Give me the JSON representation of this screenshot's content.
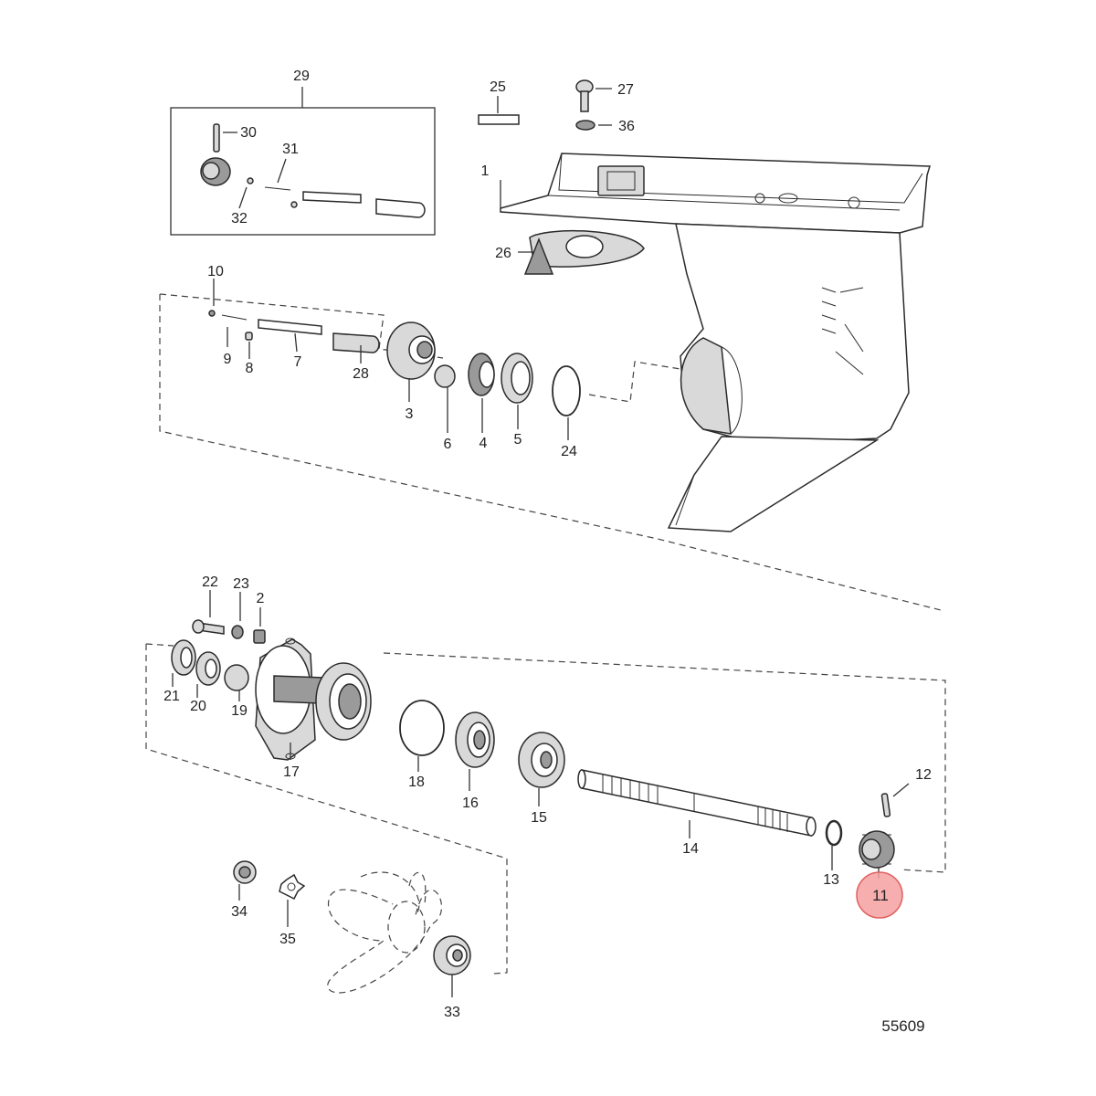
{
  "diagram": {
    "figure_number": "55609",
    "highlight_color": "#f4a0a0",
    "highlight_stroke": "#e06060",
    "highlighted_part": "11",
    "callouts": {
      "c1": "1",
      "c2": "2",
      "c3": "3",
      "c4": "4",
      "c5": "5",
      "c6": "6",
      "c7": "7",
      "c8": "8",
      "c9": "9",
      "c10": "10",
      "c11": "11",
      "c12": "12",
      "c13": "13",
      "c14": "14",
      "c15": "15",
      "c16": "16",
      "c17": "17",
      "c18": "18",
      "c19": "19",
      "c20": "20",
      "c21": "21",
      "c22": "22",
      "c23": "23",
      "c24": "24",
      "c25": "25",
      "c26": "26",
      "c27": "27",
      "c28": "28",
      "c29": "29",
      "c30": "30",
      "c31": "31",
      "c32": "32",
      "c33": "33",
      "c34": "34",
      "c35": "35",
      "c36": "36"
    }
  }
}
